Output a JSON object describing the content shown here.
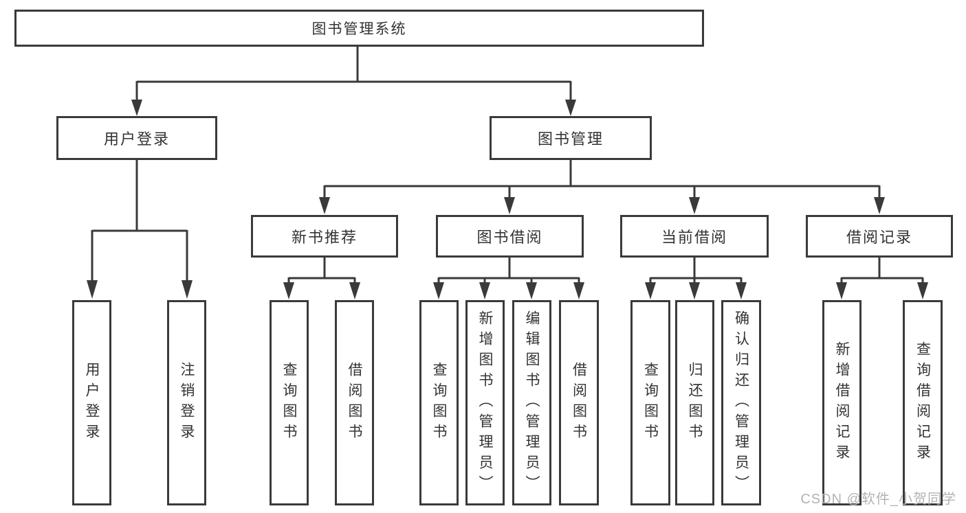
{
  "tree": {
    "label": "图书管理系统",
    "children": [
      {
        "label": "用户登录",
        "children": [
          {
            "label": "用户登录"
          },
          {
            "label": "注销登录"
          }
        ]
      },
      {
        "label": "图书管理",
        "children": [
          {
            "label": "新书推荐",
            "children": [
              {
                "label": "查询图书"
              },
              {
                "label": "借阅图书"
              }
            ]
          },
          {
            "label": "图书借阅",
            "children": [
              {
                "label": "查询图书"
              },
              {
                "label": "新增图书（管理员）"
              },
              {
                "label": "编辑图书（管理员）"
              },
              {
                "label": "借阅图书"
              }
            ]
          },
          {
            "label": "当前借阅",
            "children": [
              {
                "label": "查询图书"
              },
              {
                "label": "归还图书"
              },
              {
                "label": "确认归还（管理员）"
              }
            ]
          },
          {
            "label": "借阅记录",
            "children": [
              {
                "label": "新增借阅记录"
              },
              {
                "label": "查询借阅记录"
              }
            ]
          }
        ]
      }
    ]
  },
  "watermark": {
    "text": "CSDN @软件_小贺同学"
  },
  "colors": {
    "line": "#3a3a3a",
    "text": "#333333",
    "background": "#ffffff",
    "watermark": "#b3b3b3"
  }
}
